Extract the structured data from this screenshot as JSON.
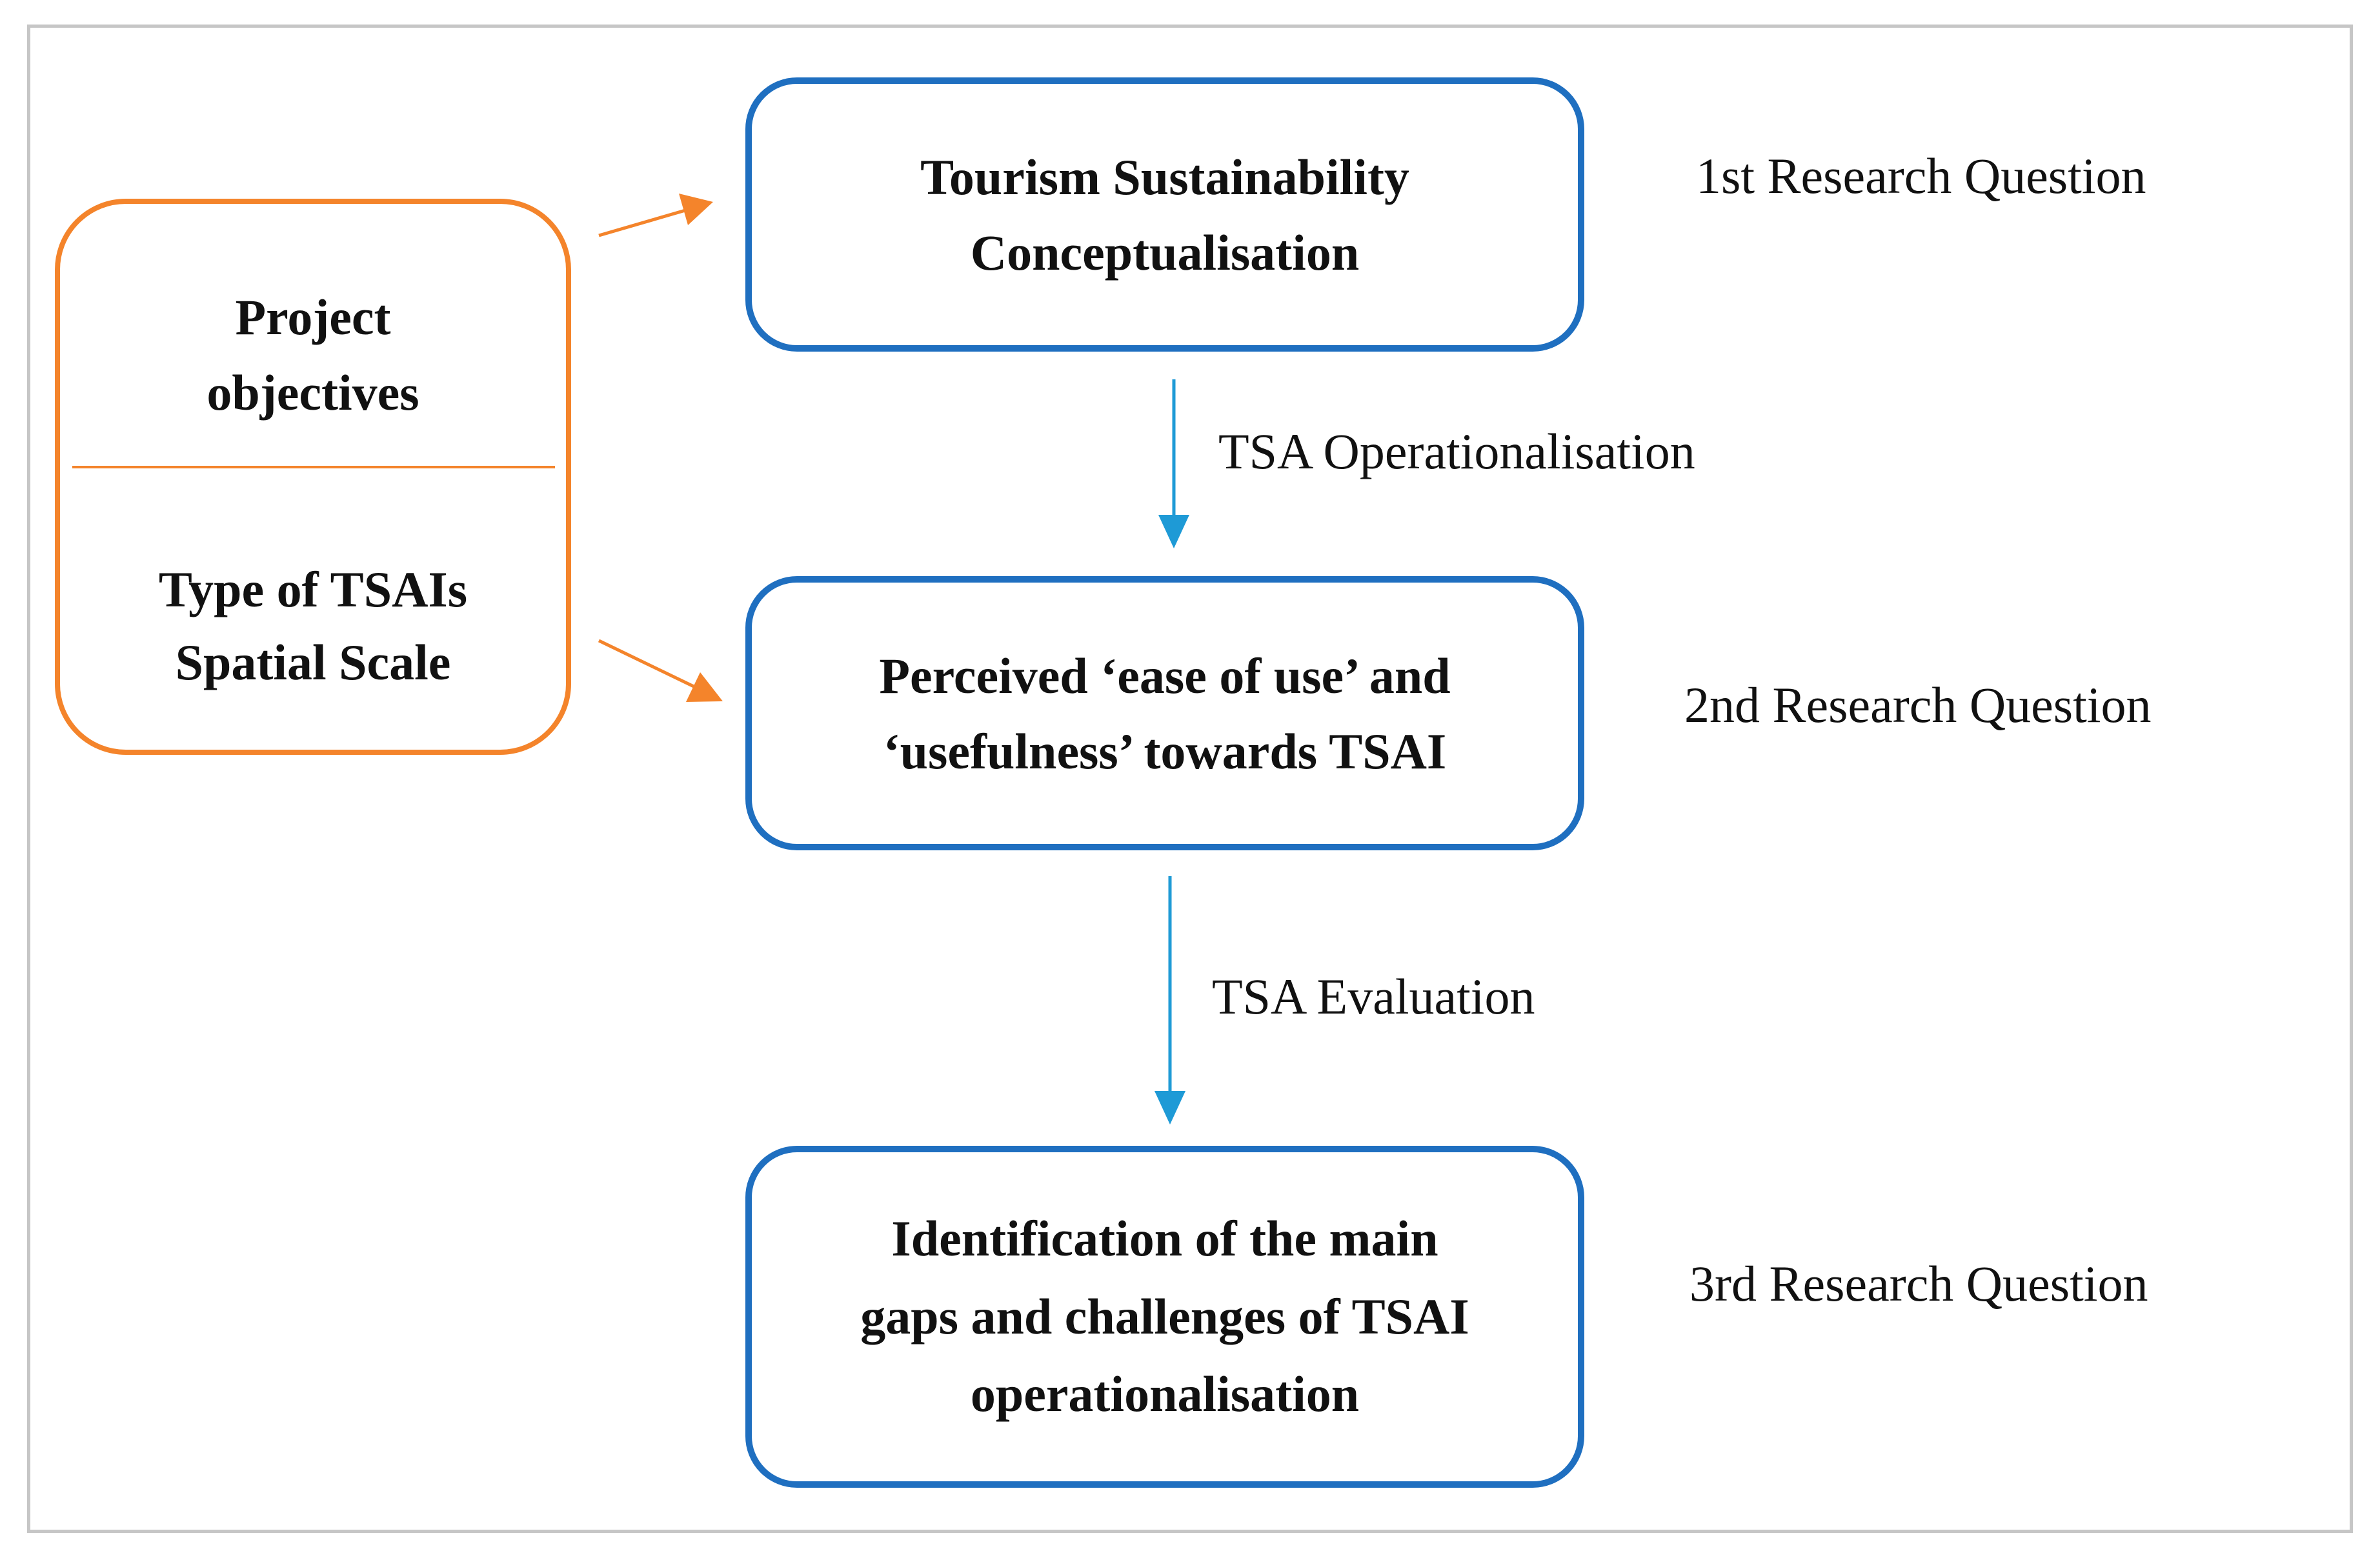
{
  "orange_box": {
    "top_text": [
      "Project",
      "objectives"
    ],
    "bottom_text": [
      "Type of TSAIs",
      "Spatial Scale"
    ]
  },
  "boxes": [
    {
      "lines": [
        "Tourism Sustainability",
        "Conceptualisation"
      ]
    },
    {
      "lines": [
        "Perceived ‘ease of use’ and",
        "‘usefulness’ towards TSAI"
      ]
    },
    {
      "lines": [
        "Identification of the main",
        "gaps and challenges of TSAI",
        "operationalisation"
      ]
    }
  ],
  "research_questions": [
    "1st Research Question",
    "2nd Research Question",
    "3rd Research Question"
  ],
  "arrow_labels": [
    "TSA Operationalisation",
    "TSA Evaluation"
  ],
  "colors": {
    "orange": "#f4842b",
    "blue_border": "#1f6fc0",
    "blue_arrow": "#1e9ad6",
    "frame": "#c6c6c6"
  }
}
